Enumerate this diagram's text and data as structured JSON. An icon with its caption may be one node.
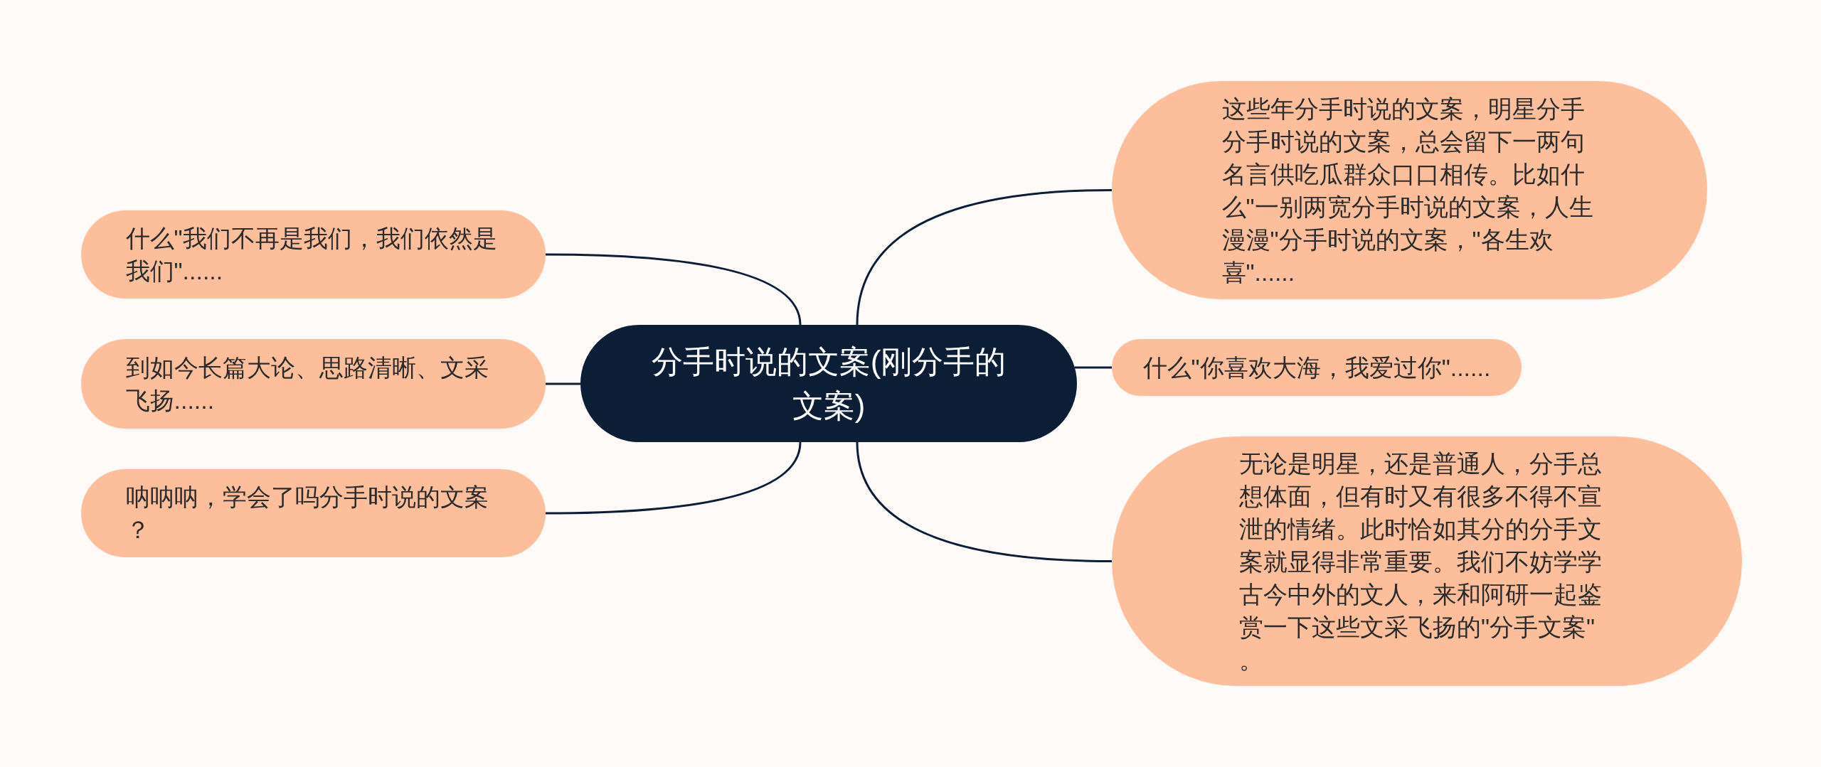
{
  "diagram": {
    "nodes": [
      {
        "text": [
          "分手时说的文案(刚分手的文案)"
        ]
      },
      {
        "text": [
          "什么\"我们不再是我们，我们依然是我们\"......"
        ]
      },
      {
        "text": [
          "到如今长篇大论、思路清晰、文采飞扬......"
        ]
      },
      {
        "text": [
          "呐呐呐，学会了吗分手时说的文案？"
        ]
      },
      {
        "text": [
          "这些年分手时说的文案，明星分手分手时说的文案，总会留下一两句名言供吃瓜群众口口相传。比如什么\"一别两宽分手时说的文案，人生漫漫\"分手时说的文案，\"各生欢喜\"......"
        ]
      },
      {
        "text": [
          "什么\"你喜欢大海，我爱过你\"......"
        ]
      },
      {
        "text": [
          "无论是明星，还是普通人，分手总想体面，但有时又有很多不得不宣泄的情绪。此时恰如其分的分手文案就显得非常重要。我们不妨学学古今中外的文人，来和阿研一起鉴赏一下这些文采飞扬的\"分手文案\"。"
        ]
      }
    ],
    "edges": [
      {
        "from": 0,
        "to": 1,
        "arrow": "none"
      },
      {
        "from": 0,
        "to": 2,
        "arrow": "none"
      },
      {
        "from": 0,
        "to": 3,
        "arrow": "none"
      },
      {
        "from": 0,
        "to": 4,
        "arrow": "none"
      },
      {
        "from": 0,
        "to": 5,
        "arrow": "none"
      },
      {
        "from": 0,
        "to": 6,
        "arrow": "none"
      }
    ]
  }
}
